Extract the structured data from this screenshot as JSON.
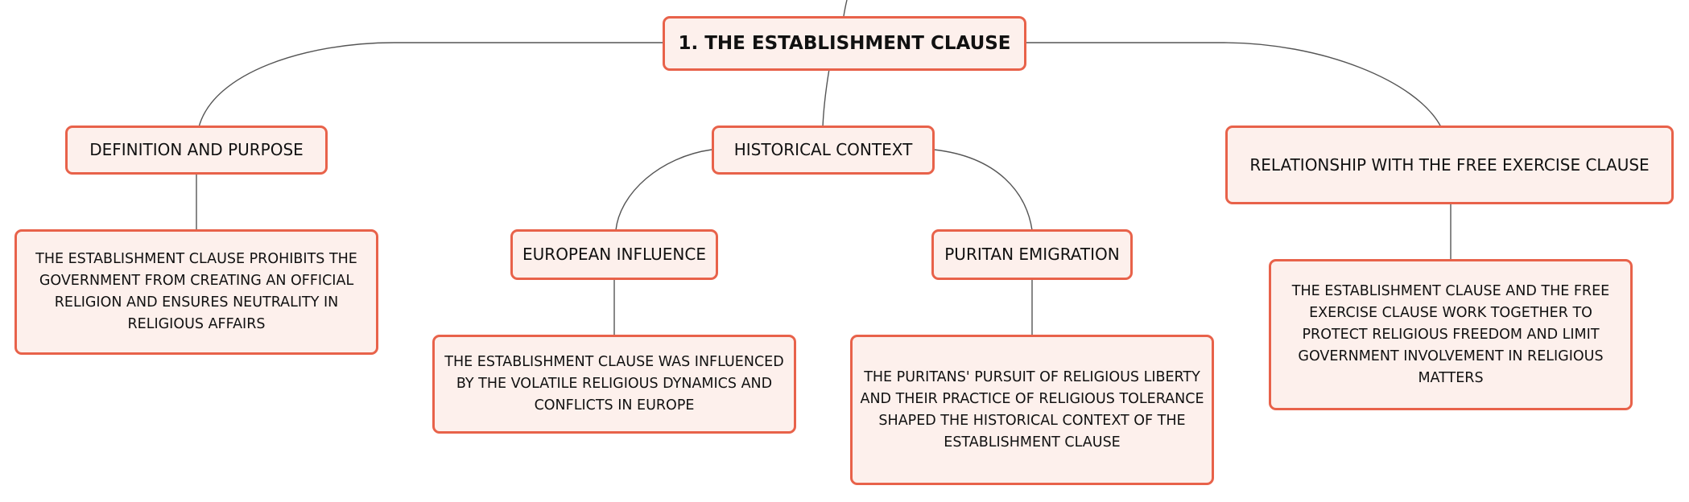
{
  "colors": {
    "border": "#e8624a",
    "fill": "#fdf0ec",
    "connector": "#555555"
  },
  "root": {
    "label": "1. THE ESTABLISHMENT CLAUSE"
  },
  "topics": {
    "definition": {
      "label": "DEFINITION AND PURPOSE",
      "detail": "THE ESTABLISHMENT CLAUSE PROHIBITS THE GOVERNMENT FROM CREATING AN OFFICIAL RELIGION AND ENSURES NEUTRALITY IN RELIGIOUS AFFAIRS"
    },
    "historical": {
      "label": "HISTORICAL CONTEXT",
      "european": {
        "label": "EUROPEAN INFLUENCE",
        "detail": "THE ESTABLISHMENT CLAUSE WAS INFLUENCED BY THE VOLATILE RELIGIOUS DYNAMICS AND CONFLICTS IN EUROPE"
      },
      "puritan": {
        "label": "PURITAN EMIGRATION",
        "detail": "THE PURITANS' PURSUIT OF RELIGIOUS LIBERTY AND THEIR PRACTICE OF RELIGIOUS TOLERANCE SHAPED THE HISTORICAL CONTEXT OF THE ESTABLISHMENT CLAUSE"
      }
    },
    "relationship": {
      "label": "RELATIONSHIP WITH THE FREE EXERCISE CLAUSE",
      "detail": "THE ESTABLISHMENT CLAUSE AND THE FREE EXERCISE CLAUSE WORK TOGETHER TO PROTECT RELIGIOUS FREEDOM AND LIMIT GOVERNMENT INVOLVEMENT IN RELIGIOUS MATTERS"
    }
  }
}
